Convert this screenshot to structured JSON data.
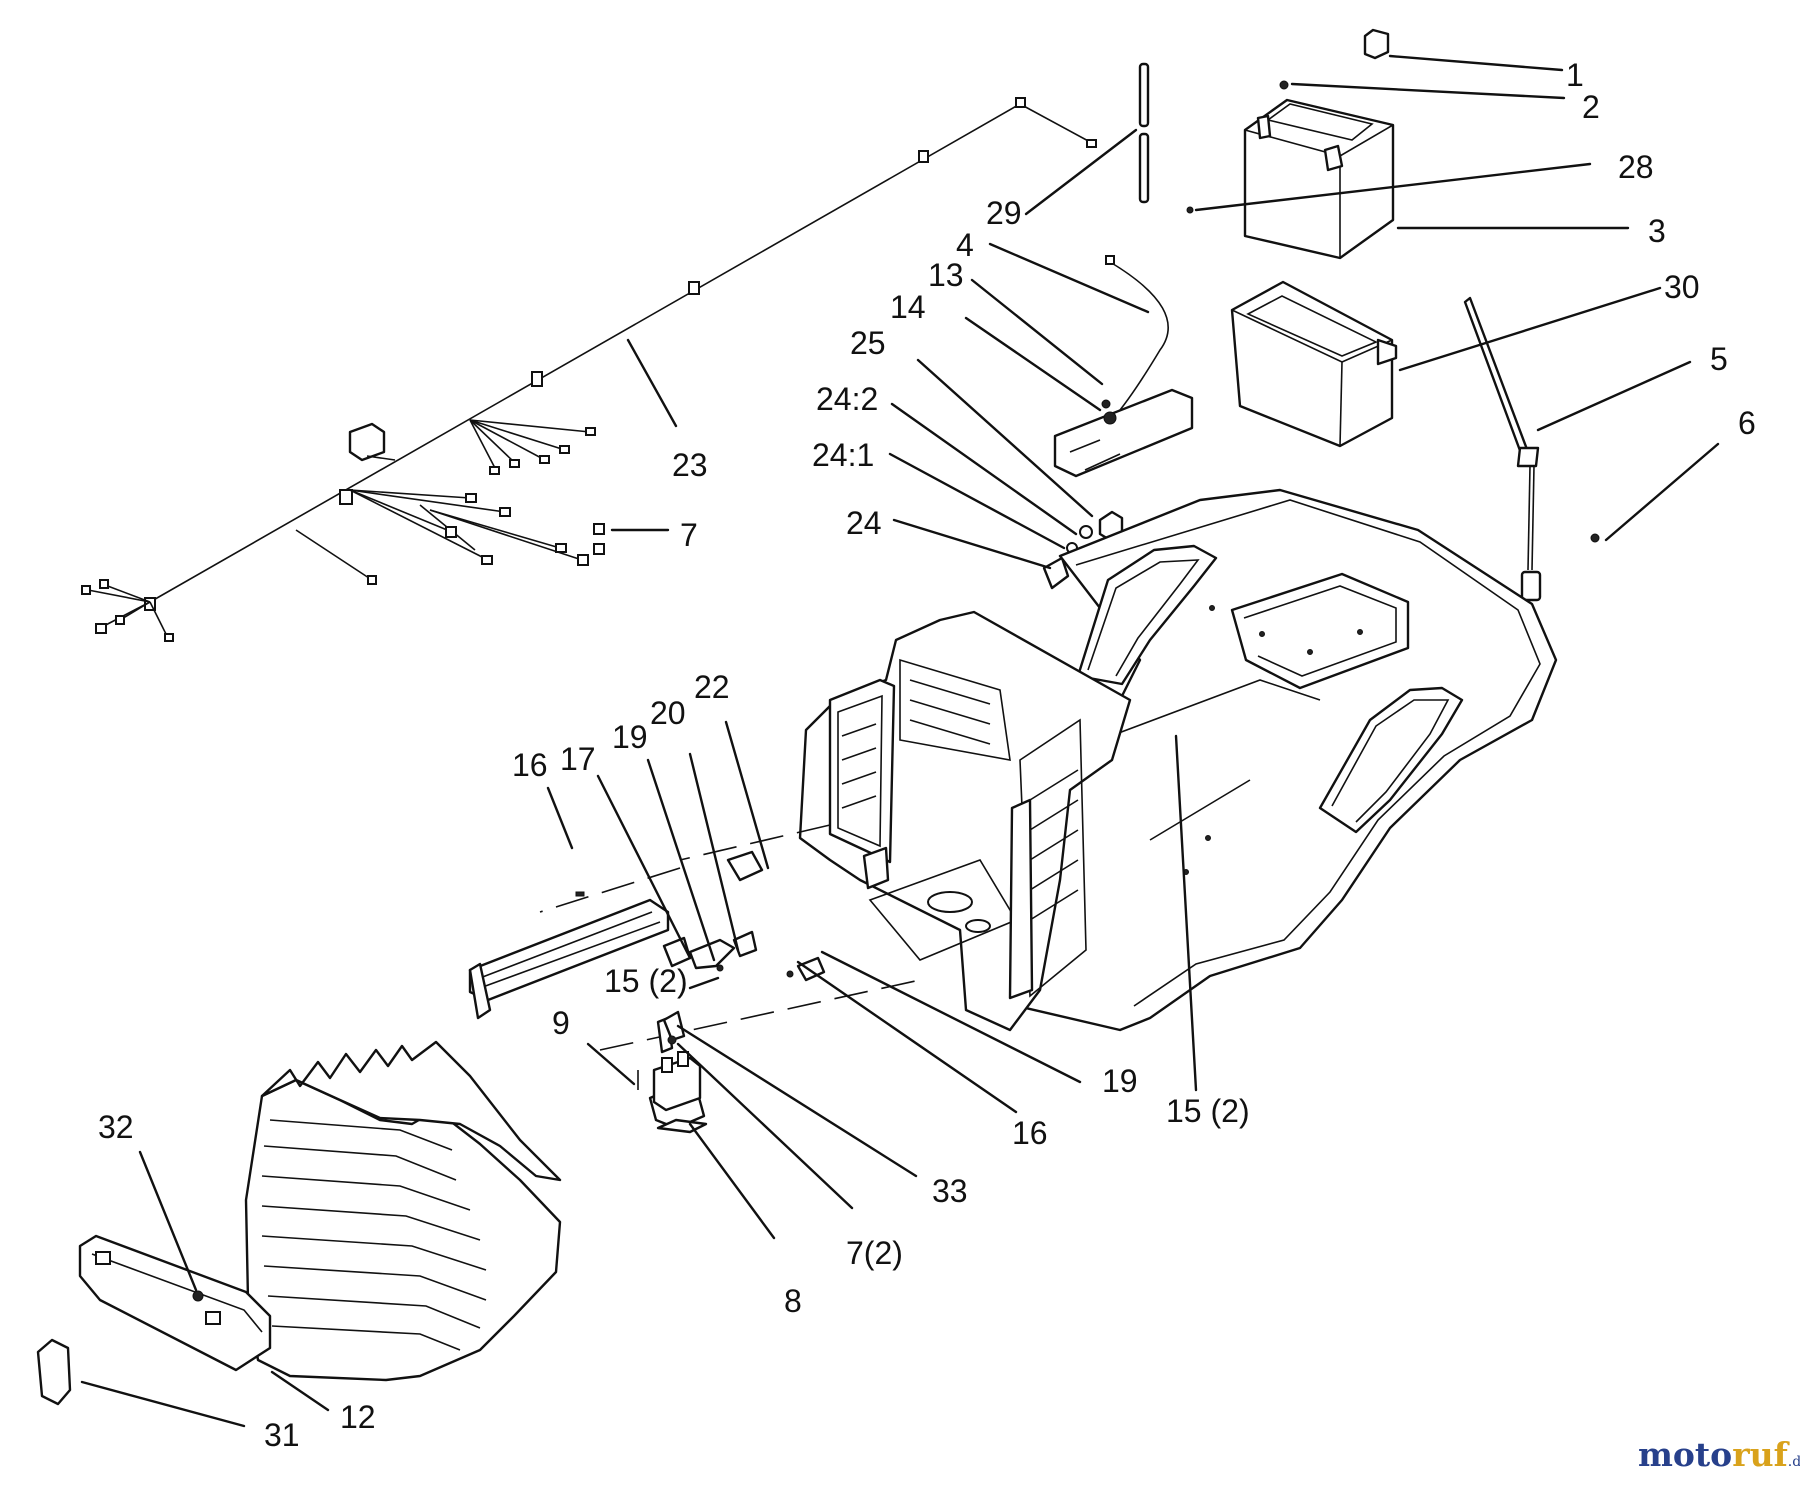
{
  "diagram": {
    "callouts": [
      "1",
      "2",
      "28",
      "3",
      "30",
      "5",
      "6",
      "29",
      "4",
      "13",
      "14",
      "25",
      "24:2",
      "24:1",
      "24",
      "23",
      "7",
      "22",
      "20",
      "19",
      "17",
      "16",
      "15 (2)",
      "9",
      "19",
      "15 (2)",
      "16",
      "33",
      "7(2)",
      "8",
      "32",
      "12",
      "31"
    ]
  },
  "watermark": {
    "part1": "moto",
    "part2": "ruf",
    "suffix": ".de"
  }
}
